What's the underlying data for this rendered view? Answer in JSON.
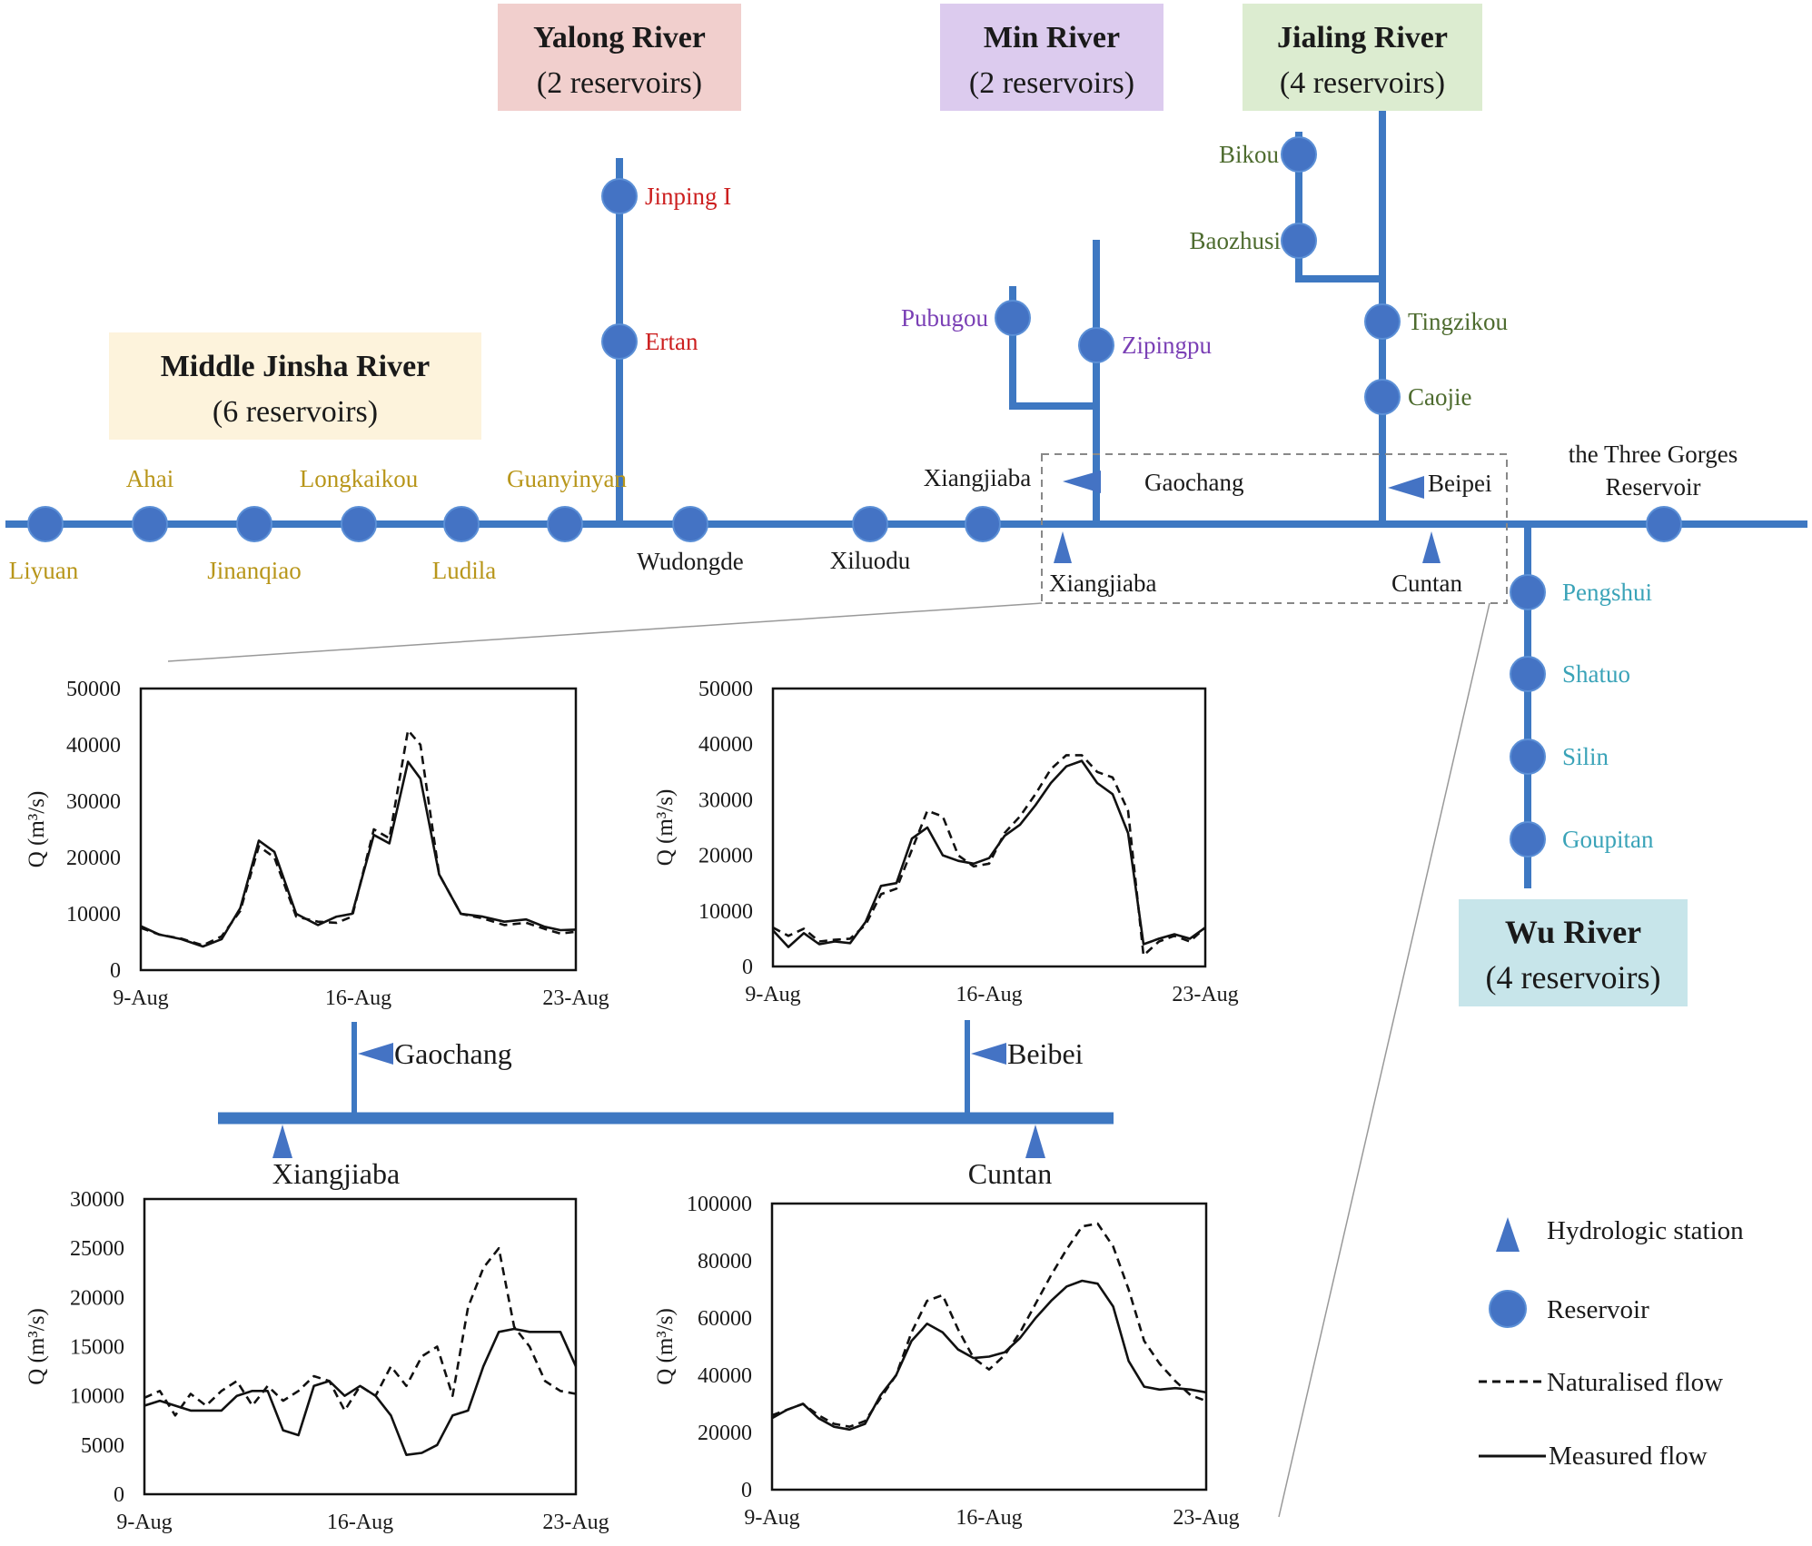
{
  "colors": {
    "river": "#3e78c2",
    "reservoir": "#4473c4",
    "reservoir_stroke": "#5b8fd6",
    "jinsha_text": "#b8961a",
    "yalong_text": "#cc1f1f",
    "min_text": "#7a3fb5",
    "jialing_text": "#4d6b2e",
    "wu_text": "#3aa3b8",
    "dark_text": "#1a1a1a",
    "box_jinsha": "#fdf3dc",
    "box_yalong": "#f1cfcd",
    "box_min": "#dccbee",
    "box_jialing": "#dcecd0",
    "box_wu": "#c7e5ea"
  },
  "regions": {
    "jinsha": {
      "title": "Middle Jinsha River",
      "subtitle": "(6 reservoirs)"
    },
    "yalong": {
      "title": "Yalong River",
      "subtitle": "(2 reservoirs)"
    },
    "min": {
      "title": "Min River",
      "subtitle": "(2 reservoirs)"
    },
    "jialing": {
      "title": "Jialing River",
      "subtitle": "(4 reservoirs)"
    },
    "wu": {
      "title": "Wu River",
      "subtitle": "(4 reservoirs)"
    }
  },
  "reservoirs": {
    "liyuan": "Liyuan",
    "ahai": "Ahai",
    "jinanqiao": "Jinanqiao",
    "longkaikou": "Longkaikou",
    "ludila": "Ludila",
    "guanyinyan": "Guanyinyan",
    "wudongde": "Wudongde",
    "xiluodu": "Xiluodu",
    "xiangjiaba": "Xiangjiaba",
    "jinping": "Jinping I",
    "ertan": "Ertan",
    "pubugou": "Pubugou",
    "zipingpu": "Zipingpu",
    "bikou": "Bikou",
    "baozhusi": "Baozhusi",
    "tingzikou": "Tingzikou",
    "caojie": "Caojie",
    "three_gorges_1": "the Three Gorges",
    "three_gorges_2": "Reservoir",
    "pengshui": "Pengshui",
    "shatuo": "Shatuo",
    "silin": "Silin",
    "goupitan": "Goupitan"
  },
  "stations": {
    "gaochang": "Gaochang",
    "beipei": "Beipei",
    "xiangjiaba": "Xiangjiaba",
    "cuntan": "Cuntan",
    "gaochang_zoom": "Gaochang",
    "beibei_zoom": "Beibei",
    "xiangjiaba_zoom": "Xiangjiaba",
    "cuntan_zoom": "Cuntan"
  },
  "legend": {
    "hydrologic_station": "Hydrologic station",
    "reservoir": "Reservoir",
    "naturalised": "Naturalised flow",
    "measured": "Measured flow"
  },
  "chart_data": [
    {
      "type": "line",
      "station": "Gaochang",
      "xlabel": "",
      "ylabel": "Q (m³/s)",
      "ylim": [
        0,
        50000
      ],
      "yticks": [
        0,
        10000,
        20000,
        30000,
        40000,
        50000
      ],
      "xticks": [
        "9-Aug",
        "16-Aug",
        "23-Aug"
      ],
      "series": [
        {
          "name": "Naturalised flow",
          "style": "dashed",
          "x": [
            9,
            9.6,
            10.3,
            11,
            11.6,
            12.2,
            12.8,
            13.3,
            14,
            14.7,
            15.3,
            15.8,
            16.5,
            17,
            17.6,
            18,
            18.6,
            19.3,
            20,
            20.7,
            21.4,
            22,
            22.5,
            23
          ],
          "values": [
            7500,
            6300,
            5600,
            4400,
            6000,
            10500,
            22000,
            20000,
            9500,
            8600,
            8400,
            9500,
            25000,
            23400,
            42600,
            40000,
            17000,
            10000,
            9200,
            8000,
            8400,
            7300,
            6500,
            6800
          ]
        },
        {
          "name": "Measured flow",
          "style": "solid",
          "x": [
            9,
            9.6,
            10.3,
            11,
            11.6,
            12.2,
            12.8,
            13.3,
            14,
            14.7,
            15.3,
            15.8,
            16.5,
            17,
            17.6,
            18,
            18.6,
            19.3,
            20,
            20.7,
            21.4,
            22,
            22.5,
            23
          ],
          "values": [
            7800,
            6300,
            5500,
            4200,
            5500,
            11000,
            23000,
            21000,
            10000,
            8000,
            9500,
            10000,
            24000,
            22500,
            37000,
            34000,
            17000,
            10000,
            9500,
            8600,
            9000,
            7700,
            7100,
            7200
          ]
        }
      ]
    },
    {
      "type": "line",
      "station": "Beibei",
      "xlabel": "",
      "ylabel": "Q (m³/s)",
      "ylim": [
        0,
        50000
      ],
      "yticks": [
        0,
        10000,
        20000,
        30000,
        40000,
        50000
      ],
      "xticks": [
        "9-Aug",
        "16-Aug",
        "23-Aug"
      ],
      "series": [
        {
          "name": "Naturalised flow",
          "style": "dashed",
          "x": [
            9,
            9.5,
            10,
            10.5,
            11,
            11.5,
            12,
            12.5,
            13,
            13.5,
            14,
            14.5,
            15,
            15.5,
            16,
            16.5,
            17,
            17.5,
            18,
            18.5,
            19,
            19.5,
            20,
            20.5,
            21,
            21.5,
            22,
            22.5,
            23
          ],
          "values": [
            7000,
            5500,
            6800,
            4500,
            4800,
            5000,
            7500,
            13000,
            14000,
            21000,
            28000,
            27000,
            20000,
            18000,
            18500,
            24000,
            27000,
            31000,
            35500,
            38000,
            38000,
            35000,
            34000,
            28000,
            2000,
            4500,
            5500,
            4500,
            7000
          ]
        },
        {
          "name": "Measured flow",
          "style": "solid",
          "x": [
            9,
            9.5,
            10,
            10.5,
            11,
            11.5,
            12,
            12.5,
            13,
            13.5,
            14,
            14.5,
            15,
            15.5,
            16,
            16.5,
            17,
            17.5,
            18,
            18.5,
            19,
            19.5,
            20,
            20.5,
            21,
            21.5,
            22,
            22.5,
            23
          ],
          "values": [
            6500,
            3500,
            6000,
            4000,
            4500,
            4200,
            8000,
            14500,
            15000,
            23000,
            25000,
            20000,
            19000,
            18500,
            19500,
            23500,
            25500,
            29000,
            33000,
            36000,
            37000,
            33000,
            31000,
            24000,
            4000,
            5000,
            5800,
            5000,
            7000
          ]
        }
      ]
    },
    {
      "type": "line",
      "station": "Xiangjiaba",
      "xlabel": "",
      "ylabel": "Q (m³/s)",
      "ylim": [
        0,
        30000
      ],
      "yticks": [
        0,
        5000,
        10000,
        15000,
        20000,
        25000,
        30000
      ],
      "xticks": [
        "9-Aug",
        "16-Aug",
        "23-Aug"
      ],
      "series": [
        {
          "name": "Naturalised flow",
          "style": "dashed",
          "x": [
            9,
            9.5,
            10,
            10.5,
            11,
            11.5,
            12,
            12.5,
            13,
            13.5,
            14,
            14.5,
            15,
            15.5,
            16,
            16.5,
            17,
            17.5,
            18,
            18.5,
            19,
            19.5,
            20,
            20.5,
            21,
            21.5,
            22,
            22.5,
            23
          ],
          "values": [
            9800,
            10500,
            8000,
            10200,
            9000,
            10500,
            11500,
            9000,
            11000,
            9500,
            10500,
            12000,
            11500,
            8500,
            11000,
            10000,
            13000,
            11000,
            14000,
            15000,
            10000,
            19000,
            23000,
            25000,
            17000,
            15000,
            11500,
            10500,
            10200
          ]
        },
        {
          "name": "Measured flow",
          "style": "solid",
          "x": [
            9,
            9.5,
            10,
            10.5,
            11,
            11.5,
            12,
            12.5,
            13,
            13.5,
            14,
            14.5,
            15,
            15.5,
            16,
            16.5,
            17,
            17.5,
            18,
            18.5,
            19,
            19.5,
            20,
            20.5,
            21,
            21.5,
            22,
            22.5,
            23
          ],
          "values": [
            9000,
            9500,
            9000,
            8500,
            8500,
            8500,
            10000,
            10500,
            10500,
            6500,
            6000,
            11000,
            11500,
            10000,
            11000,
            10000,
            8000,
            4000,
            4200,
            5000,
            8000,
            8500,
            13000,
            16500,
            16800,
            16500,
            16500,
            16500,
            13000
          ]
        }
      ]
    },
    {
      "type": "line",
      "station": "Cuntan",
      "xlabel": "",
      "ylabel": "Q (m³/s)",
      "ylim": [
        0,
        100000
      ],
      "yticks": [
        0,
        20000,
        40000,
        60000,
        80000,
        100000
      ],
      "xticks": [
        "9-Aug",
        "16-Aug",
        "23-Aug"
      ],
      "series": [
        {
          "name": "Naturalised flow",
          "style": "dashed",
          "x": [
            9,
            9.5,
            10,
            10.5,
            11,
            11.5,
            12,
            12.5,
            13,
            13.5,
            14,
            14.5,
            15,
            15.5,
            16,
            16.5,
            17,
            17.5,
            18,
            18.5,
            19,
            19.5,
            20,
            20.5,
            21,
            21.5,
            22,
            22.5,
            23
          ],
          "values": [
            26000,
            28000,
            30000,
            26000,
            23000,
            22000,
            24000,
            32000,
            40000,
            55000,
            66000,
            68000,
            56000,
            46000,
            42000,
            47000,
            55000,
            65000,
            75000,
            84000,
            92000,
            93000,
            85000,
            70000,
            52000,
            44000,
            38000,
            33000,
            31000
          ]
        },
        {
          "name": "Measured flow",
          "style": "solid",
          "x": [
            9,
            9.5,
            10,
            10.5,
            11,
            11.5,
            12,
            12.5,
            13,
            13.5,
            14,
            14.5,
            15,
            15.5,
            16,
            16.5,
            17,
            17.5,
            18,
            18.5,
            19,
            19.5,
            20,
            20.5,
            21,
            21.5,
            22,
            22.5,
            23
          ],
          "values": [
            25000,
            28000,
            30000,
            25000,
            22000,
            21000,
            23000,
            33000,
            40000,
            52000,
            58000,
            55000,
            49000,
            46000,
            46500,
            48000,
            53000,
            60000,
            66000,
            71000,
            73000,
            72000,
            64000,
            45000,
            36000,
            35000,
            35500,
            35000,
            34000
          ]
        }
      ]
    }
  ]
}
